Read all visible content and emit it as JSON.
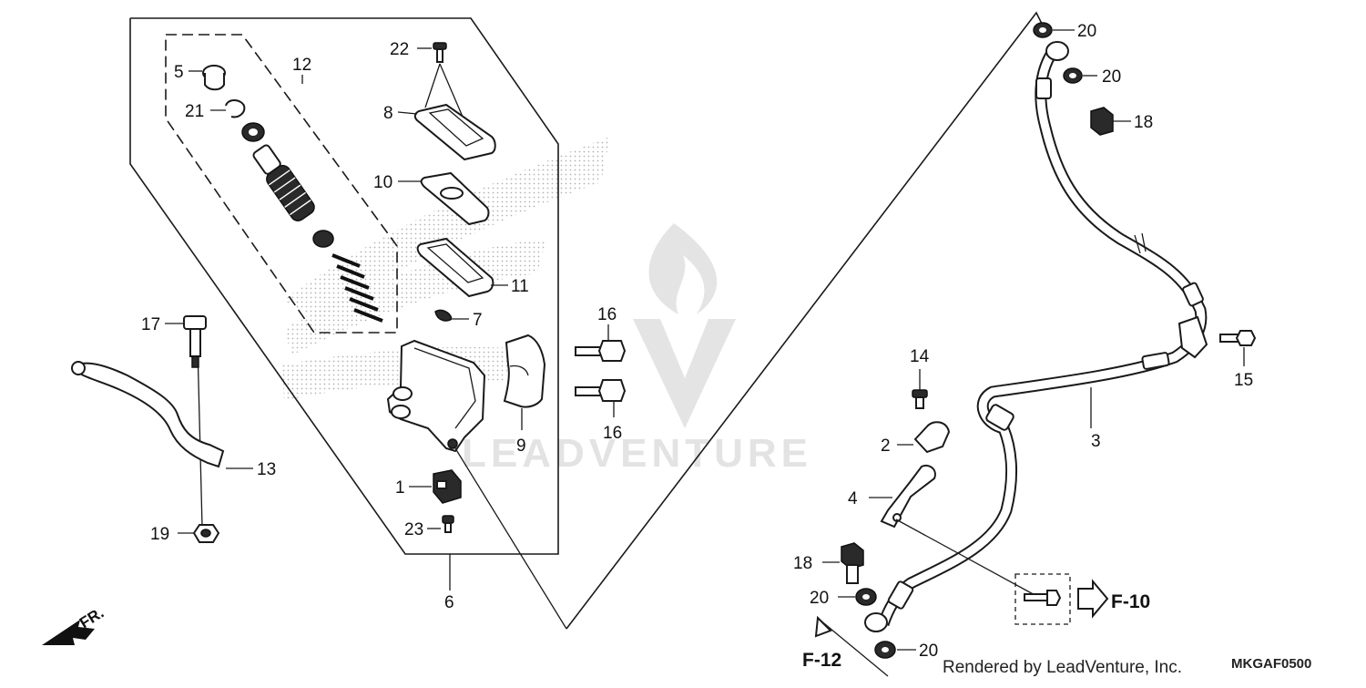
{
  "diagram": {
    "callouts": [
      {
        "id": "p1",
        "label": "1"
      },
      {
        "id": "p2",
        "label": "2"
      },
      {
        "id": "p3",
        "label": "3"
      },
      {
        "id": "p4",
        "label": "4"
      },
      {
        "id": "p5",
        "label": "5"
      },
      {
        "id": "p6",
        "label": "6"
      },
      {
        "id": "p7",
        "label": "7"
      },
      {
        "id": "p8",
        "label": "8"
      },
      {
        "id": "p9",
        "label": "9"
      },
      {
        "id": "p10",
        "label": "10"
      },
      {
        "id": "p11",
        "label": "11"
      },
      {
        "id": "p12",
        "label": "12"
      },
      {
        "id": "p13",
        "label": "13"
      },
      {
        "id": "p14",
        "label": "14"
      },
      {
        "id": "p15",
        "label": "15"
      },
      {
        "id": "p16a",
        "label": "16"
      },
      {
        "id": "p16b",
        "label": "16"
      },
      {
        "id": "p17",
        "label": "17"
      },
      {
        "id": "p18a",
        "label": "18"
      },
      {
        "id": "p18b",
        "label": "18"
      },
      {
        "id": "p19",
        "label": "19"
      },
      {
        "id": "p20a",
        "label": "20"
      },
      {
        "id": "p20b",
        "label": "20"
      },
      {
        "id": "p20c",
        "label": "20"
      },
      {
        "id": "p20d",
        "label": "20"
      },
      {
        "id": "p21",
        "label": "21"
      },
      {
        "id": "p22",
        "label": "22"
      },
      {
        "id": "p23",
        "label": "23"
      }
    ],
    "references": {
      "f10": "F-10",
      "f12": "F-12"
    },
    "front_marker": "FR.",
    "watermark": "LEADVENTURE",
    "footer": {
      "rendered_by": "Rendered by LeadVenture, Inc.",
      "code": "MKGAF0500"
    }
  }
}
